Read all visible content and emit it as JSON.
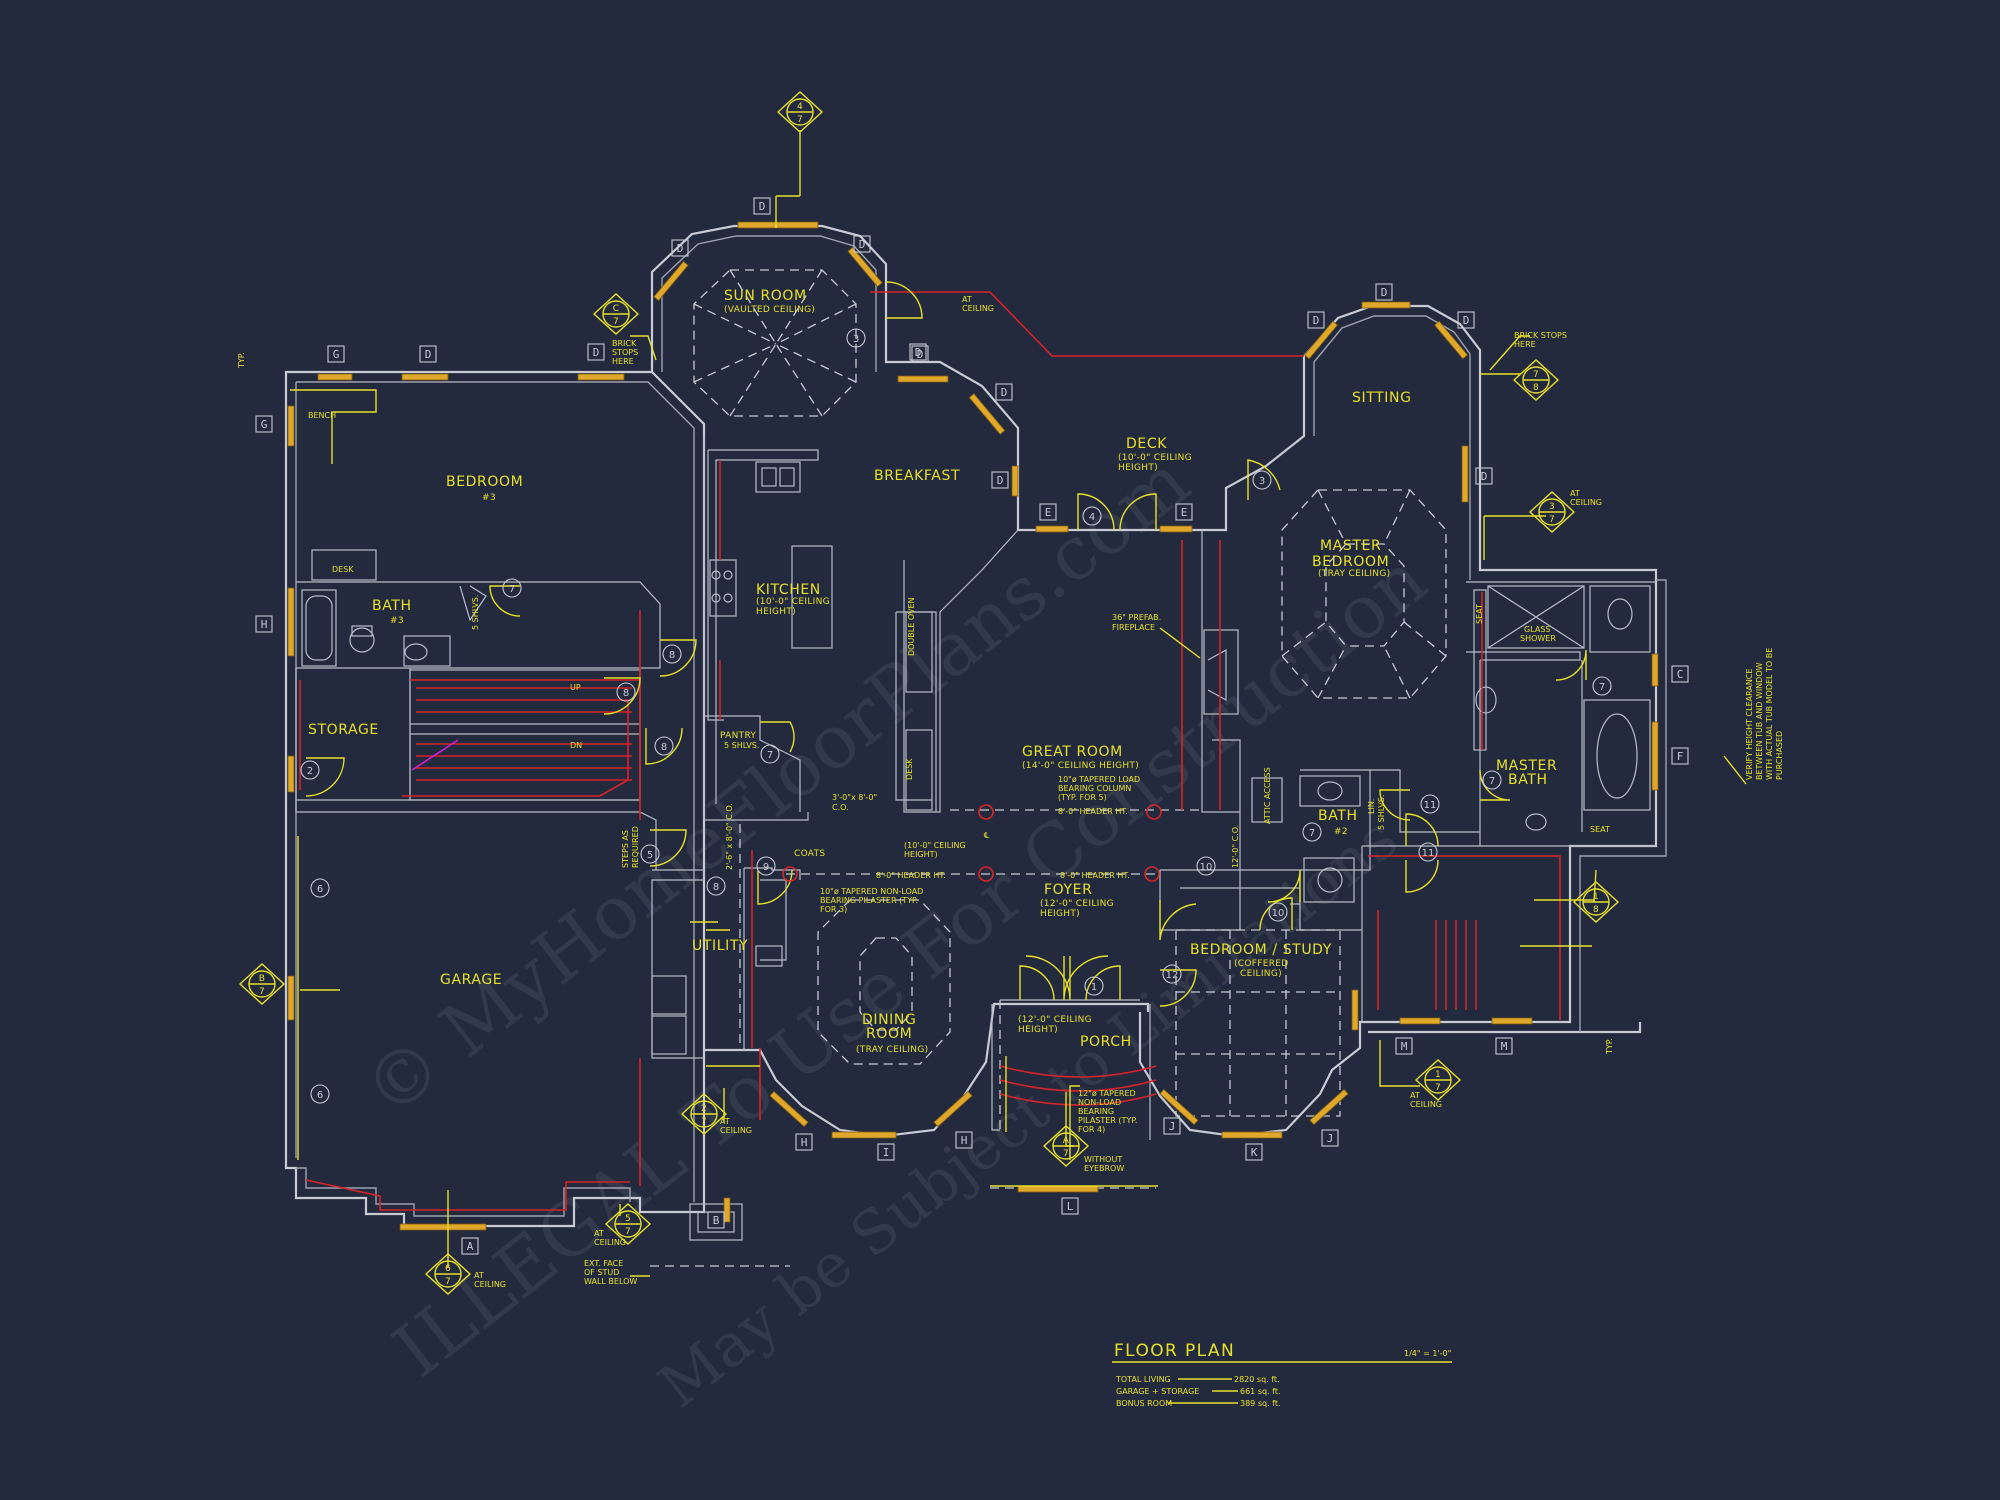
{
  "watermark": {
    "line1": "© MyHomeFloorPlans.com",
    "line2": "ILLEGAL To Use For Construction",
    "line3": "May be Subject to Limitations"
  },
  "rooms": {
    "sun_room": "SUN ROOM",
    "sun_room_note": "(VAULTED CEILING)",
    "bedroom3": "BEDROOM",
    "bedroom3_num": "#3",
    "bath3": "BATH",
    "bath3_num": "#3",
    "storage": "STORAGE",
    "garage": "GARAGE",
    "breakfast": "BREAKFAST",
    "kitchen": "KITCHEN",
    "kitchen_note1": "(10'-0\" CEILING",
    "kitchen_note2": "HEIGHT)",
    "pantry": "PANTRY",
    "pantry_note": "5 SHLVS.",
    "deck": "DECK",
    "deck_note1": "(10'-0\" CEILING",
    "deck_note2": "HEIGHT)",
    "great_room": "GREAT ROOM",
    "great_room_note": "(14'-0\" CEILING HEIGHT)",
    "sitting": "SITTING",
    "master_bedroom1": "MASTER",
    "master_bedroom2": "BEDROOM",
    "master_bedroom_note": "(TRAY CEILING)",
    "master_bath1": "MASTER",
    "master_bath2": "BATH",
    "bath2": "BATH",
    "bath2_num": "#2",
    "coats": "COATS",
    "utility": "UTILITY",
    "foyer": "FOYER",
    "foyer_note1": "(12'-0\" CEILING",
    "foyer_note2": "HEIGHT)",
    "dining1": "DINING",
    "dining2": "ROOM",
    "dining_note": "(TRAY CEILING)",
    "bedroom_study": "BEDROOM / STUDY",
    "study_note1": "(COFFERED",
    "study_note2": "CEILING)",
    "porch": "PORCH",
    "porch_note1": "(12'-0\" CEILING",
    "porch_note2": "HEIGHT)"
  },
  "notes": {
    "at_ceiling": "AT",
    "ceiling": "CEILING",
    "brick_stops1": "BRICK",
    "brick_stops2": "STOPS",
    "brick_stops3": "HERE",
    "brick_stops_here": "BRICK STOPS",
    "here": "HERE",
    "bench": "BENCH",
    "desk": "DESK",
    "up": "UP",
    "dn": "DN",
    "double_oven": "DOUBLE OVEN",
    "fireplace1": "36\" PREFAB.",
    "fireplace2": "FIREPLACE",
    "tapered1": "10\"ø TAPERED LOAD",
    "tapered2": "BEARING COLUMN",
    "tapered3": "(TYP. FOR 5)",
    "header8": "8'-0\" HEADER HT.",
    "header8b": "8'-0\" HEADER HT.",
    "header8c": "8'-0\" HEADER HT.",
    "co": "3'-0\"x 8'-0\"",
    "co2": "C.O.",
    "ceiling10_1": "(10'-0\" CEILING",
    "ceiling10_2": "HEIGHT)",
    "pilaster1": "10\"ø TAPERED NON-LOAD",
    "pilaster2": "BEARING PILASTER (TYP.",
    "pilaster3": "FOR 3)",
    "porch_pil1": "12\"ø TAPERED",
    "porch_pil2": "NON-LOAD",
    "porch_pil3": "BEARING",
    "porch_pil4": "PILASTER (TYP.",
    "porch_pil5": "FOR 4)",
    "eyebrow1": "WITHOUT",
    "eyebrow2": "EYEBROW",
    "steps1": "STEPS AS",
    "steps2": "REQUIRED",
    "ext_face1": "EXT. FACE",
    "ext_face2": "OF STUD",
    "ext_face3": "WALL BELOW",
    "attic": "ATTIC ACCESS",
    "lin": "LIN.",
    "shlvs": "5 SHLVS.",
    "glass_shower1": "GLASS",
    "glass_shower2": "SHOWER",
    "seat": "SEAT",
    "seat2": "SEAT",
    "verify1": "VERIFY HEIGHT CLEARANCE",
    "verify2": "BETWEEN TUB AND WINDOW",
    "verify3": "WITH ACTUAL TUB MODEL TO BE",
    "verify4": "PURCHASED",
    "typ": "TYP.",
    "typ2": "TYP.",
    "cl": "℄",
    "co_small": "2'-6\" x 8'-0\" C.O.",
    "ceiling_sm": "12'-0\" C.O.",
    "desk2": "DESK",
    "shlvs_bath": "5 SHLVS."
  },
  "title_block": {
    "title": "FLOOR PLAN",
    "scale": "1/4\" = 1'-0\"",
    "rows": [
      {
        "label": "TOTAL LIVING",
        "value": "2820 sq. ft."
      },
      {
        "label": "GARAGE + STORAGE",
        "value": "661 sq. ft."
      },
      {
        "label": "BONUS ROOM",
        "value": "389 sq. ft."
      }
    ]
  },
  "window_tags": [
    "D",
    "D",
    "D",
    "D",
    "D",
    "D",
    "D",
    "D",
    "D",
    "D",
    "G",
    "G",
    "D",
    "D",
    "H",
    "C",
    "F",
    "E",
    "E",
    "M",
    "M",
    "H",
    "I",
    "H",
    "J",
    "K",
    "J",
    "L",
    "B",
    "A",
    "D"
  ],
  "door_numbers": [
    "3",
    "3",
    "4",
    "1",
    "2",
    "5",
    "6",
    "6",
    "7",
    "7",
    "8",
    "8",
    "8",
    "8",
    "9",
    "10",
    "10",
    "11",
    "11",
    "12",
    "7",
    "7",
    "7"
  ],
  "section_marks": [
    {
      "top": "4",
      "bottom": "7"
    },
    {
      "top": "C",
      "bottom": "7"
    },
    {
      "top": "7",
      "bottom": "8"
    },
    {
      "top": "3",
      "bottom": "7"
    },
    {
      "top": "B",
      "bottom": "7"
    },
    {
      "top": "1",
      "bottom": "8"
    },
    {
      "top": "2",
      "bottom": "7"
    },
    {
      "top": "A",
      "bottom": "7"
    },
    {
      "top": "1",
      "bottom": "7"
    },
    {
      "top": "5",
      "bottom": "7"
    },
    {
      "top": "6",
      "bottom": "7"
    }
  ],
  "colors": {
    "background": "#232a3d",
    "wall": "#c8cad4",
    "annotation": "#e6e02a",
    "red_line": "#d8232a",
    "window": "#e0a82a"
  }
}
